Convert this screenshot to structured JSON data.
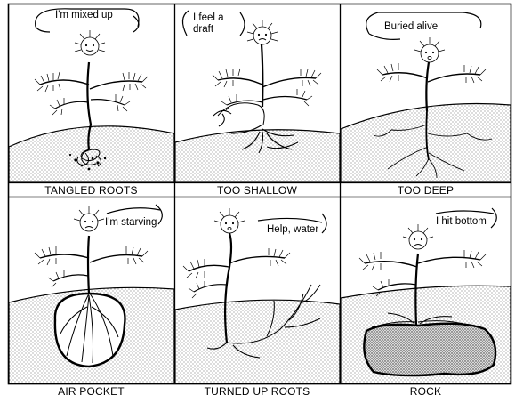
{
  "panels": [
    {
      "label": "TANGLED ROOTS",
      "speech": "I'm mixed up"
    },
    {
      "label": "TOO SHALLOW",
      "speech": "I feel a\ndraft"
    },
    {
      "label": "TOO DEEP",
      "speech": "Buried alive"
    },
    {
      "label": "AIR POCKET",
      "speech": "I'm starving"
    },
    {
      "label": "TURNED UP ROOTS",
      "speech": "Help, water"
    },
    {
      "label": "ROCK",
      "speech": "I hit bottom"
    }
  ],
  "colors": {
    "ink": "#000000",
    "paper": "#ffffff",
    "soil_dot": "#555555"
  }
}
